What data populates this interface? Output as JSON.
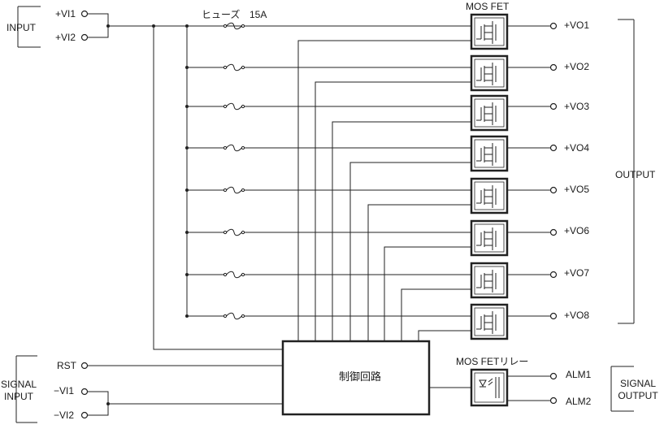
{
  "labels": {
    "input": "INPUT",
    "vi1": "+VI1",
    "vi2": "+VI2",
    "fuse": "ヒューズ",
    "fuse_rating": "15A",
    "mosfet": "MOS FET",
    "output": "OUTPUT",
    "control": "制御回路",
    "mosfet_relay": "MOS FETリレー",
    "rst": "RST",
    "neg_vi1": "−VI1",
    "neg_vi2": "−VI2",
    "signal_input_1": "SIGNAL",
    "signal_input_2": "INPUT",
    "signal_output_1": "SIGNAL",
    "signal_output_2": "OUTPUT",
    "alm1": "ALM1",
    "alm2": "ALM2"
  },
  "outputs": [
    "+VO1",
    "+VO2",
    "+VO3",
    "+VO4",
    "+VO5",
    "+VO6",
    "+VO7",
    "+VO8"
  ]
}
